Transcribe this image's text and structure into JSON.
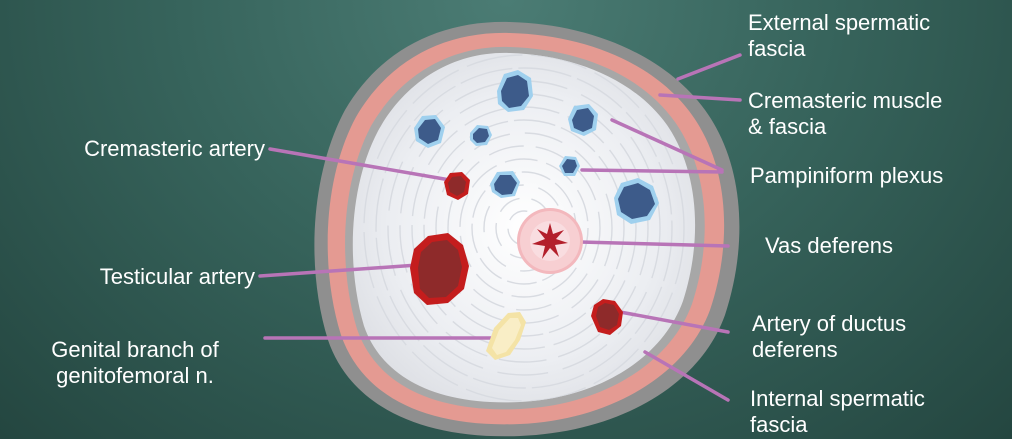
{
  "colors": {
    "background": "#37645c",
    "outer_fascia": "#8f8f8f",
    "cremasteric_layer": "#e49a92",
    "internal_fascia": "#a7a7a7",
    "core": "#eef0f4",
    "vein_fill": "#3d5b8a",
    "vein_halo": "#9fd0ee",
    "artery_fill": "#8e2a2a",
    "artery_edge": "#c41d1d",
    "vas_fill": "#f6c9cd",
    "vas_lumen": "#b31f2b",
    "nerve_fill": "#f6e7b0",
    "leader_line": "#b874b7",
    "label_text": "#ffffff"
  },
  "labels": {
    "external_spermatic_fascia": [
      "External spermatic",
      "fascia"
    ],
    "cremasteric_muscle": [
      "Cremasteric muscle",
      "& fascia"
    ],
    "pampiniform_plexus": [
      "Pampiniform plexus"
    ],
    "vas_deferens": [
      "Vas deferens"
    ],
    "artery_of_ductus": [
      "Artery of ductus",
      "deferens"
    ],
    "internal_spermatic_fascia": [
      "Internal spermatic",
      "fascia"
    ],
    "cremasteric_artery": [
      "Cremasteric artery"
    ],
    "testicular_artery": [
      "Testicular artery"
    ],
    "genital_branch": [
      "Genital branch of",
      "genitofemoral n."
    ]
  }
}
